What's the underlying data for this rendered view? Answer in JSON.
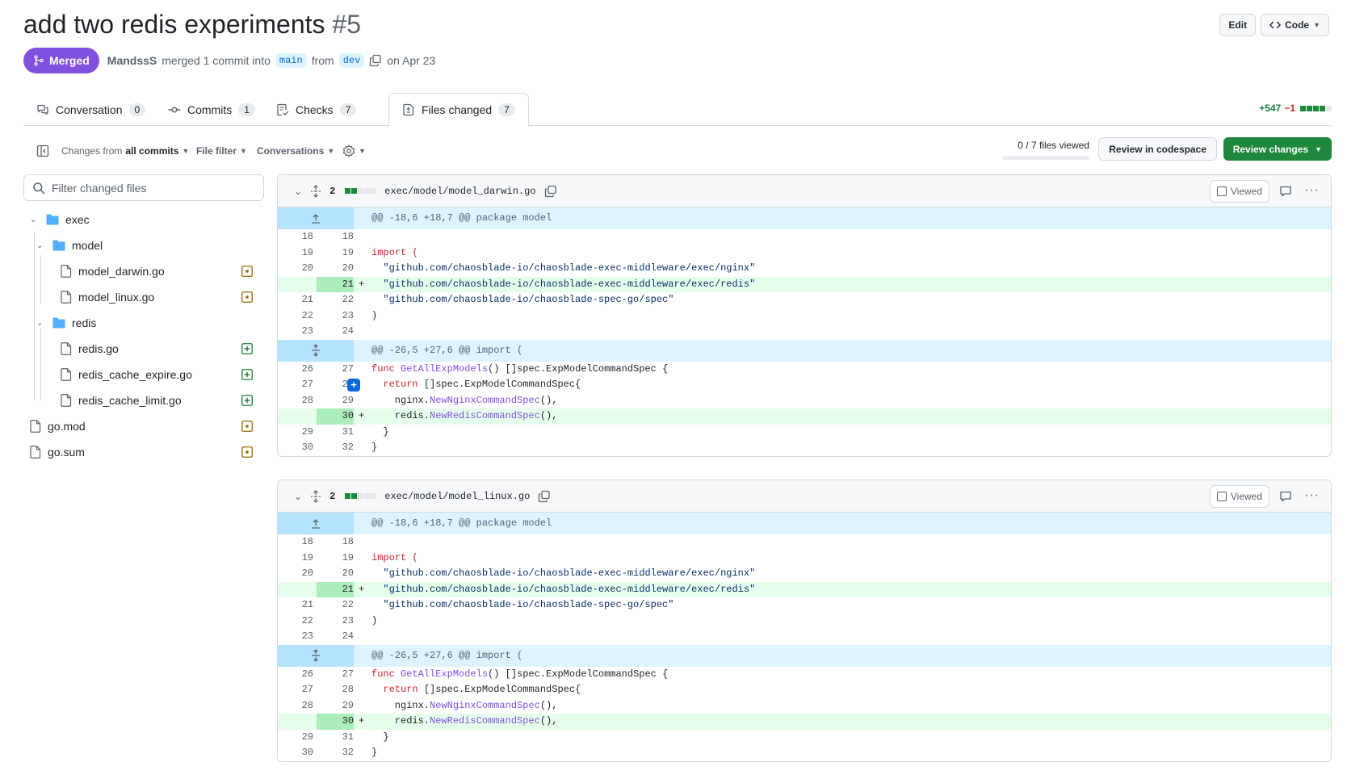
{
  "pr": {
    "title": "add two redis experiments",
    "number": "#5",
    "status": "Merged",
    "author": "MandssS",
    "merged_text": "merged 1 commit into",
    "base_branch": "main",
    "from_text": "from",
    "head_branch": "dev",
    "date": "on Apr 23",
    "edit_label": "Edit",
    "code_label": "Code"
  },
  "tabs": [
    {
      "label": "Conversation",
      "count": "0"
    },
    {
      "label": "Commits",
      "count": "1"
    },
    {
      "label": "Checks",
      "count": "7"
    },
    {
      "label": "Files changed",
      "count": "7"
    }
  ],
  "diffstat": {
    "additions": "+547",
    "deletions": "−1"
  },
  "toolbar": {
    "changes_prefix": "Changes from",
    "changes_value": "all commits",
    "file_filter": "File filter",
    "conversations": "Conversations",
    "viewed_count": "0 / 7 files viewed",
    "review_codespace": "Review in codespace",
    "review_changes": "Review changes"
  },
  "sidebar": {
    "filter_placeholder": "Filter changed files",
    "tree": [
      {
        "name": "exec",
        "type": "folder"
      },
      {
        "name": "model",
        "type": "folder"
      },
      {
        "name": "model_darwin.go",
        "type": "file",
        "status": "modified"
      },
      {
        "name": "model_linux.go",
        "type": "file",
        "status": "modified"
      },
      {
        "name": "redis",
        "type": "folder"
      },
      {
        "name": "redis.go",
        "type": "file",
        "status": "added"
      },
      {
        "name": "redis_cache_expire.go",
        "type": "file",
        "status": "added"
      },
      {
        "name": "redis_cache_limit.go",
        "type": "file",
        "status": "added"
      },
      {
        "name": "go.mod",
        "type": "file",
        "status": "modified"
      },
      {
        "name": "go.sum",
        "type": "file",
        "status": "modified"
      }
    ]
  },
  "colors": {
    "merged": "#8250df",
    "added": "#1a7f37",
    "modified": "#9a6700",
    "deleted": "#d1242f",
    "accent": "#0969da"
  },
  "files": [
    {
      "changes": "2",
      "path": "exec/model/model_darwin.go",
      "viewed_label": "Viewed",
      "hunks": [
        {
          "header": "@@ -18,6 +18,7 @@ package model"
        },
        {
          "header": "@@ -26,5 +27,6 @@ import ("
        }
      ],
      "lines": [
        {
          "old": "18",
          "new": "18",
          "code": ""
        },
        {
          "old": "19",
          "new": "19",
          "code": "import ("
        },
        {
          "old": "20",
          "new": "20",
          "code": "  \"github.com/chaosblade-io/chaosblade-exec-middleware/exec/nginx\""
        },
        {
          "old": "",
          "new": "21",
          "code": "  \"github.com/chaosblade-io/chaosblade-exec-middleware/exec/redis\""
        },
        {
          "old": "21",
          "new": "22",
          "code": "  \"github.com/chaosblade-io/chaosblade-spec-go/spec\""
        },
        {
          "old": "22",
          "new": "23",
          "code": ")"
        },
        {
          "old": "23",
          "new": "24",
          "code": ""
        },
        {
          "old": "26",
          "new": "27",
          "code": "func GetAllExpModels() []spec.ExpModelCommandSpec {"
        },
        {
          "old": "27",
          "new": "28",
          "code": "  return []spec.ExpModelCommandSpec{"
        },
        {
          "old": "28",
          "new": "29",
          "code": "    nginx.NewNginxCommandSpec(),"
        },
        {
          "old": "",
          "new": "30",
          "code": "    redis.NewRedisCommandSpec(),"
        },
        {
          "old": "29",
          "new": "31",
          "code": "  }"
        },
        {
          "old": "30",
          "new": "32",
          "code": "}"
        }
      ]
    },
    {
      "changes": "2",
      "path": "exec/model/model_linux.go",
      "viewed_label": "Viewed",
      "hunks": [
        {
          "header": "@@ -18,6 +18,7 @@ package model"
        },
        {
          "header": "@@ -26,5 +27,6 @@ import ("
        }
      ],
      "lines": [
        {
          "old": "18",
          "new": "18",
          "code": ""
        },
        {
          "old": "19",
          "new": "19",
          "code": "import ("
        },
        {
          "old": "20",
          "new": "20",
          "code": "  \"github.com/chaosblade-io/chaosblade-exec-middleware/exec/nginx\""
        },
        {
          "old": "",
          "new": "21",
          "code": "  \"github.com/chaosblade-io/chaosblade-exec-middleware/exec/redis\""
        },
        {
          "old": "21",
          "new": "22",
          "code": "  \"github.com/chaosblade-io/chaosblade-spec-go/spec\""
        },
        {
          "old": "22",
          "new": "23",
          "code": ")"
        },
        {
          "old": "23",
          "new": "24",
          "code": ""
        },
        {
          "old": "26",
          "new": "27",
          "code": "func GetAllExpModels() []spec.ExpModelCommandSpec {"
        },
        {
          "old": "27",
          "new": "28",
          "code": "  return []spec.ExpModelCommandSpec{"
        },
        {
          "old": "28",
          "new": "29",
          "code": "    nginx.NewNginxCommandSpec(),"
        },
        {
          "old": "",
          "new": "30",
          "code": "    redis.NewRedisCommandSpec(),"
        },
        {
          "old": "29",
          "new": "31",
          "code": "  }"
        },
        {
          "old": "30",
          "new": "32",
          "code": "}"
        }
      ]
    }
  ]
}
